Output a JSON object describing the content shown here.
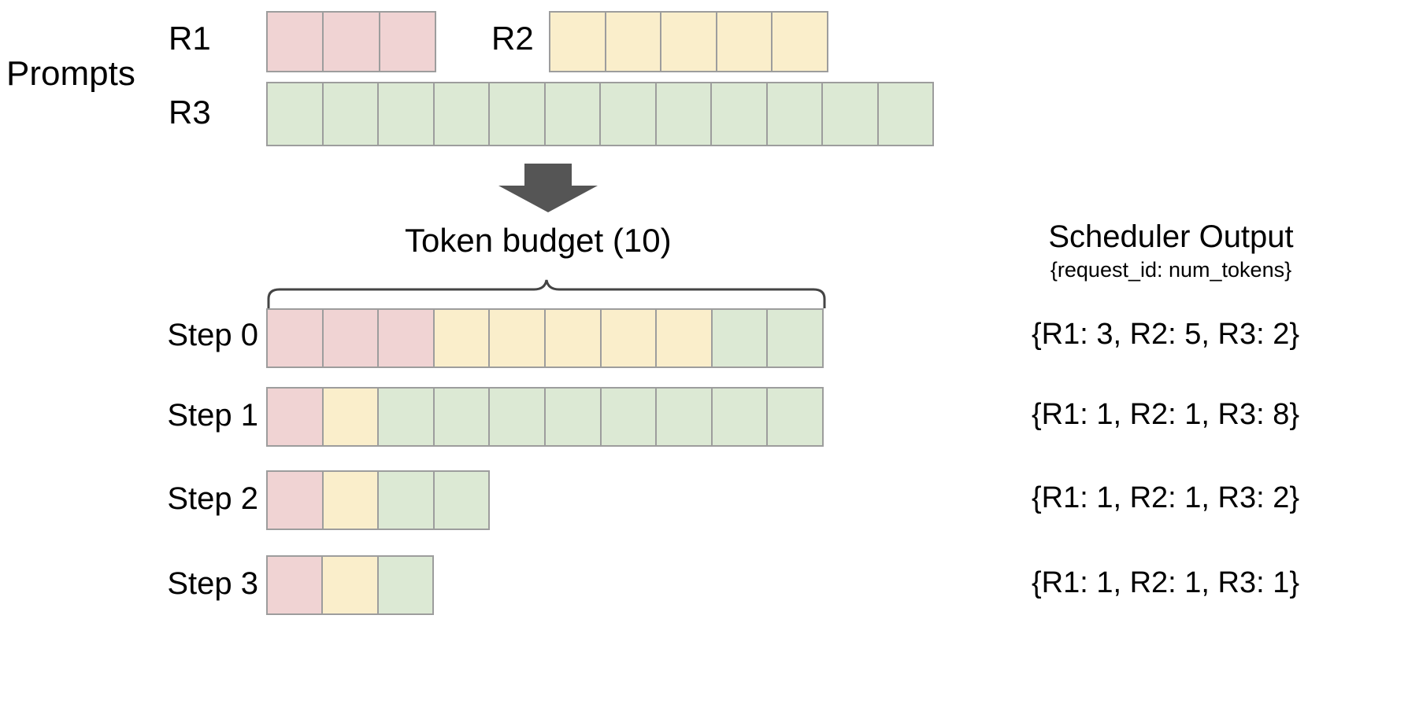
{
  "diagram": {
    "title_left": "Prompts",
    "token_budget_label": "Token  budget (10)",
    "arrow_icon": "down-arrow-icon",
    "brace_icon": "curly-brace-icon"
  },
  "colors": {
    "r1": "#f0d3d3",
    "r2": "#faeecb",
    "r3": "#dce9d4",
    "border": "#9d9d9d",
    "arrow": "#555555",
    "text": "#000000",
    "background": "#ffffff"
  },
  "prompts": {
    "label": "Prompts",
    "requests": [
      {
        "id": "R1",
        "label": "R1",
        "tokens": 3,
        "color_key": "r1"
      },
      {
        "id": "R2",
        "label": "R2",
        "tokens": 5,
        "color_key": "r2"
      },
      {
        "id": "R3",
        "label": "R3",
        "tokens": 12,
        "color_key": "r3"
      }
    ]
  },
  "scheduler": {
    "title": "Scheduler Output",
    "subtitle": "{request_id: num_tokens}",
    "token_budget": 10,
    "steps": [
      {
        "label": "Step 0",
        "output": "{R1: 3, R2: 5, R3: 2}",
        "segments": [
          {
            "request": "R1",
            "count": 3,
            "color_key": "r1"
          },
          {
            "request": "R2",
            "count": 5,
            "color_key": "r2"
          },
          {
            "request": "R3",
            "count": 2,
            "color_key": "r3"
          }
        ],
        "total": 10
      },
      {
        "label": "Step 1",
        "output": "{R1: 1, R2: 1, R3: 8}",
        "segments": [
          {
            "request": "R1",
            "count": 1,
            "color_key": "r1"
          },
          {
            "request": "R2",
            "count": 1,
            "color_key": "r2"
          },
          {
            "request": "R3",
            "count": 8,
            "color_key": "r3"
          }
        ],
        "total": 10
      },
      {
        "label": "Step 2",
        "output": "{R1: 1, R2: 1, R3: 2}",
        "segments": [
          {
            "request": "R1",
            "count": 1,
            "color_key": "r1"
          },
          {
            "request": "R2",
            "count": 1,
            "color_key": "r2"
          },
          {
            "request": "R3",
            "count": 2,
            "color_key": "r3"
          }
        ],
        "total": 4
      },
      {
        "label": "Step 3",
        "output": "{R1: 1, R2: 1, R3: 1}",
        "segments": [
          {
            "request": "R1",
            "count": 1,
            "color_key": "r1"
          },
          {
            "request": "R2",
            "count": 1,
            "color_key": "r2"
          },
          {
            "request": "R3",
            "count": 1,
            "color_key": "r3"
          }
        ],
        "total": 3
      }
    ]
  },
  "chart_data": {
    "type": "bar",
    "title": "Scheduler Output",
    "subtitle": "{request_id: num_tokens}",
    "xlabel": "",
    "ylabel": "",
    "categories": [
      "Step 0",
      "Step 1",
      "Step 2",
      "Step 3"
    ],
    "series": [
      {
        "name": "R1",
        "values": [
          3,
          1,
          1,
          1
        ],
        "color": "#f0d3d3"
      },
      {
        "name": "R2",
        "values": [
          5,
          1,
          1,
          1
        ],
        "color": "#faeecb"
      },
      {
        "name": "R3",
        "values": [
          2,
          8,
          2,
          1
        ],
        "color": "#dce9d4"
      }
    ],
    "prompt_lengths": {
      "R1": 3,
      "R2": 5,
      "R3": 12
    },
    "token_budget": 10,
    "grid": false,
    "legend": "none"
  }
}
